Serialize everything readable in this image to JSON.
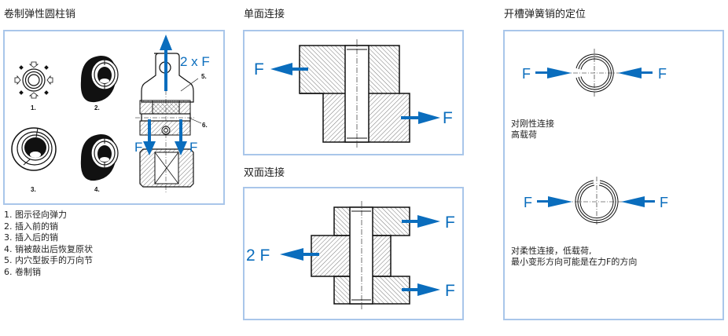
{
  "colors": {
    "force_arrow": "#0a6dbd",
    "box_border": "#a9c6ea",
    "line": "#111111"
  },
  "panel_coiled": {
    "title": "卷制弹性圆柱销",
    "figure_numbers": [
      "1.",
      "2.",
      "3.",
      "4.",
      "5.",
      "6."
    ],
    "force_labels": {
      "top": "2 x F",
      "left": "F",
      "right": "F"
    },
    "legend": [
      "1. 图示径向弹力",
      "2. 插入前的销",
      "3. 插入后的销",
      "4. 销被敲出后恢复原状",
      "5. 内穴型扳手的万向节",
      "6. 卷制销"
    ]
  },
  "panel_single_shear": {
    "title": "单面连接",
    "force_labels": {
      "left": "F",
      "right": "F"
    }
  },
  "panel_double_shear": {
    "title": "双面连接",
    "force_labels": {
      "left": "2 F",
      "right_top": "F",
      "right_bottom": "F"
    }
  },
  "panel_slot_position": {
    "title": "开槽弹簧销的定位",
    "top": {
      "force_left": "F",
      "force_right": "F",
      "note": [
        "对刚性连接",
        "高载荷"
      ]
    },
    "bottom": {
      "force_left": "F",
      "force_right": "F",
      "note": [
        "对柔性连接，低载荷,",
        "最小变形方向可能是在力F的方向"
      ]
    }
  }
}
